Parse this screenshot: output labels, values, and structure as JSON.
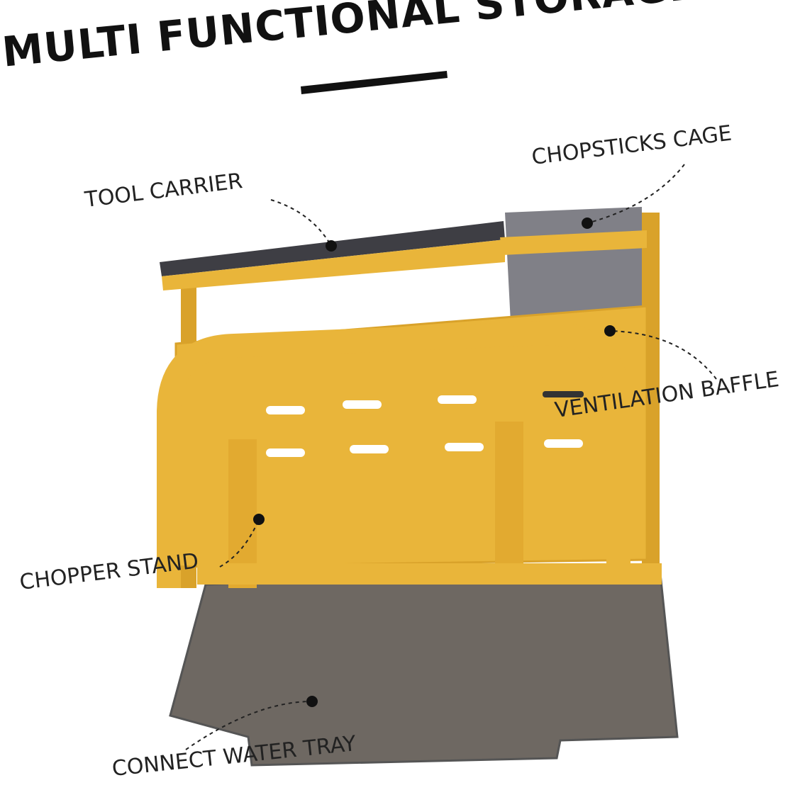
{
  "title": "MULTI FUNCTIONAL STORAGE RACK",
  "labels": {
    "tool_carrier": "TOOL CARRIER",
    "chopsticks_cage": "CHOPSTICKS CAGE",
    "ventilation_baffle": "VENTILATION BAFFLE",
    "chopper_stand": "CHOPPER STAND",
    "water_tray": "CONNECT WATER TRAY"
  },
  "colors": {
    "rack": "#E9B53A",
    "rack_shade": "#D9A22A",
    "tray": "#6E6862",
    "holder": "#3E3E44",
    "text": "#222222"
  }
}
